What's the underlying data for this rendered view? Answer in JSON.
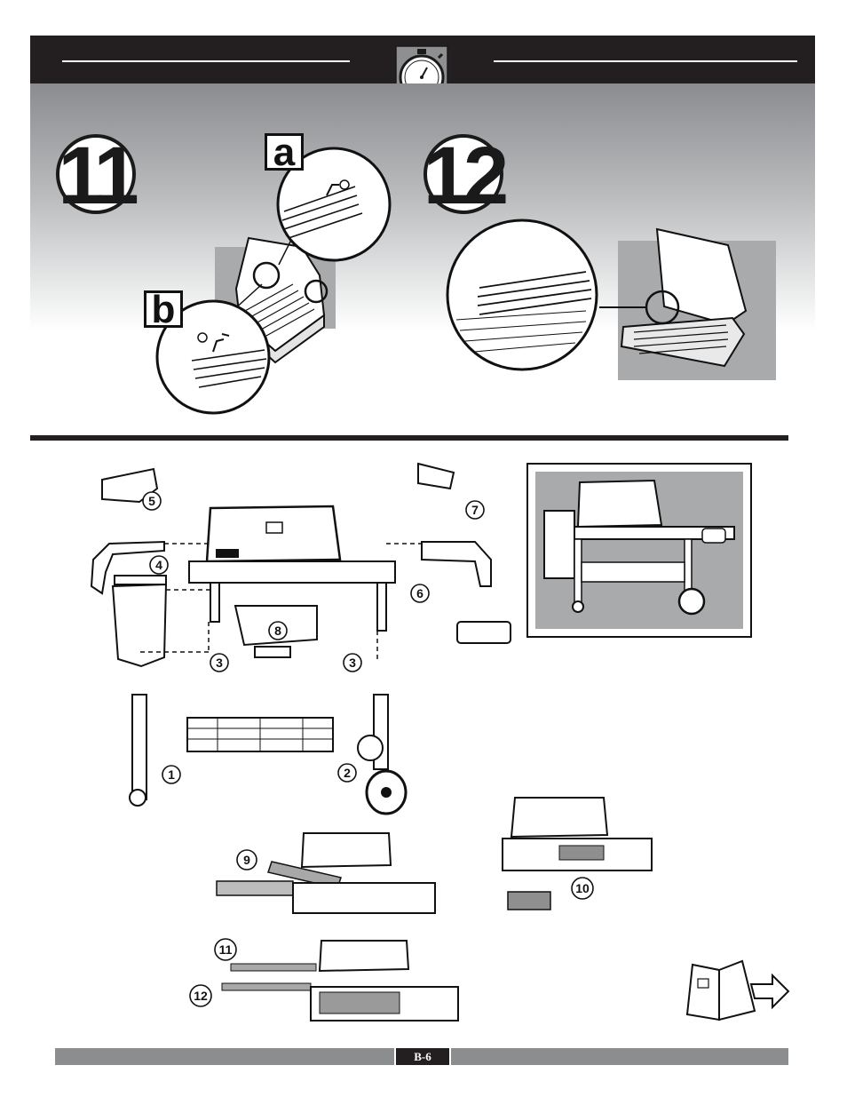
{
  "steps": {
    "step11": {
      "number": "11",
      "detail_a": "a",
      "detail_b": "b"
    },
    "step12": {
      "number": "12"
    }
  },
  "exploded_view": {
    "callouts": [
      "5",
      "4",
      "7",
      "6",
      "8",
      "3",
      "3",
      "1",
      "2",
      "9",
      "10",
      "11",
      "12"
    ]
  },
  "footer": {
    "page": "B-6"
  },
  "colors": {
    "header": "#231f20",
    "footer_bar": "#8c8d8f",
    "panel_top": "#8a8c8f"
  },
  "icons": [
    "stopwatch-icon",
    "manual-next-page-icon"
  ]
}
